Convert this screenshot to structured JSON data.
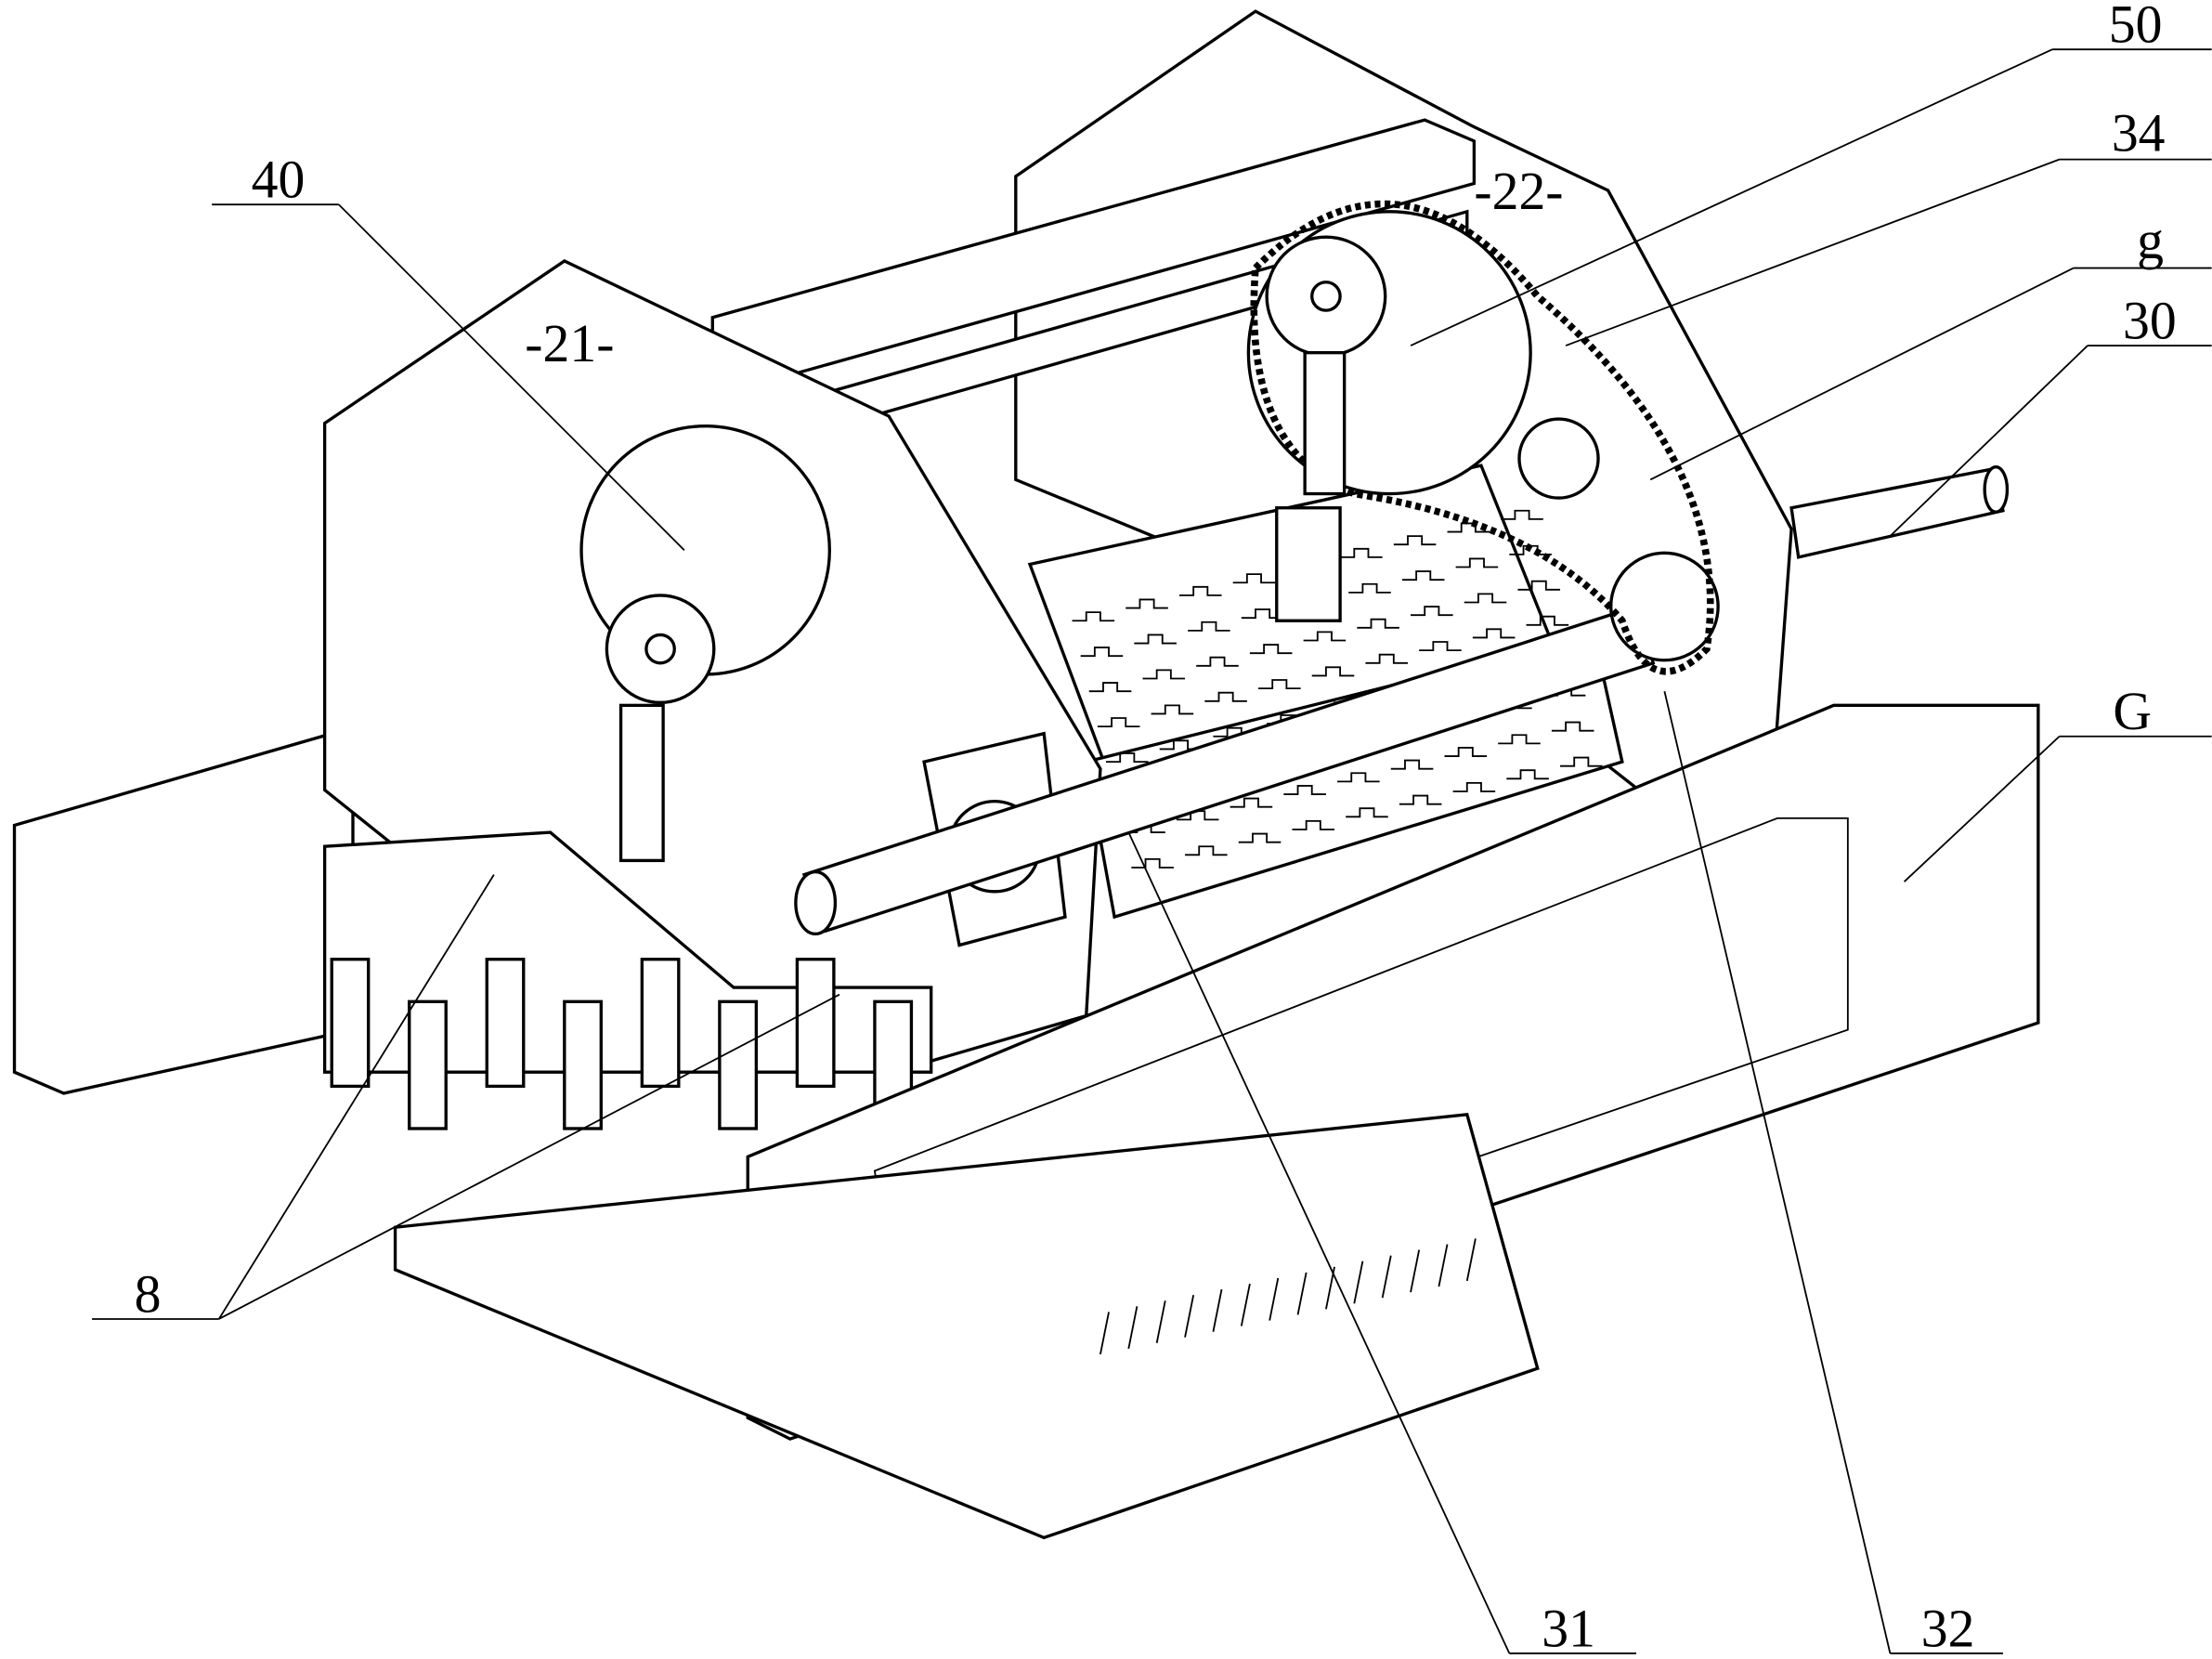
{
  "figure": {
    "labels": {
      "l40": "40",
      "l21": "-21-",
      "l22": "-22-",
      "l50": "50",
      "l34": "34",
      "lg": "g",
      "l30": "30",
      "lG": "G",
      "l8": "8",
      "l31": "31",
      "l32": "32"
    }
  }
}
